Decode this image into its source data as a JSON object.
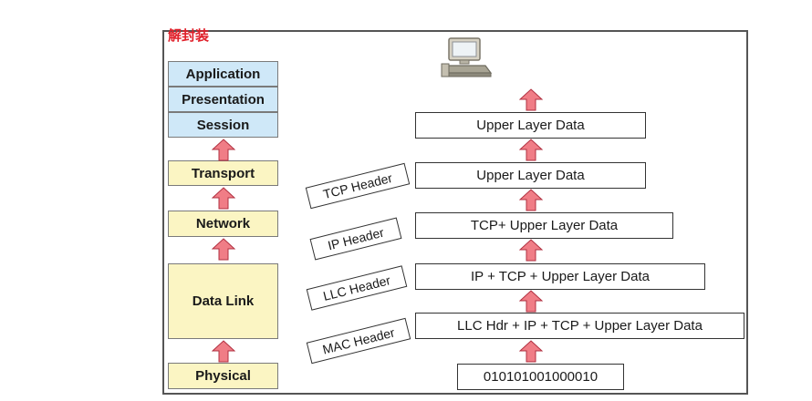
{
  "title": "解封装",
  "osi_layers": [
    {
      "label": "Application"
    },
    {
      "label": "Presentation"
    },
    {
      "label": "Session"
    },
    {
      "label": "Transport"
    },
    {
      "label": "Network"
    },
    {
      "label": "Data Link"
    },
    {
      "label": "Physical"
    }
  ],
  "data_units": [
    {
      "label": "Upper Layer Data"
    },
    {
      "label": "Upper Layer Data"
    },
    {
      "label": "TCP+ Upper Layer Data"
    },
    {
      "label": "IP + TCP + Upper Layer Data"
    },
    {
      "label": "LLC Hdr + IP + TCP + Upper Layer Data"
    },
    {
      "label": "010101001000010"
    }
  ],
  "headers": [
    {
      "label": "TCP Header"
    },
    {
      "label": "IP Header"
    },
    {
      "label": "LLC Header"
    },
    {
      "label": "MAC Header"
    }
  ],
  "colors": {
    "arrow": "#f07d86",
    "arrow_stroke": "#b03040",
    "title": "#e0202a",
    "upper_layers": "#cfe8f8",
    "lower_layers": "#fbf5c3"
  },
  "icons": {
    "computer": "computer-icon",
    "arrow": "up-arrow-icon"
  }
}
